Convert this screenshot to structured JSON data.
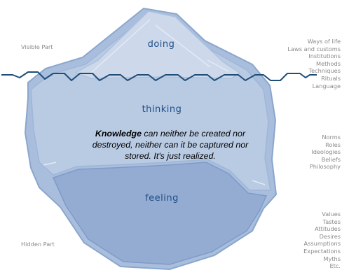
{
  "side_labels": {
    "visible": "Visible Part",
    "hidden": "Hidden Part"
  },
  "layers": {
    "doing": "doing",
    "thinking": "thinking",
    "feeling": "feeling"
  },
  "quote": {
    "bold": "Knowledge",
    "rest": " can neither be created nor destroyed, neither can it be captured nor stored. It's just realized."
  },
  "lists": {
    "top": [
      "Ways of life",
      "Laws and customs",
      "Institutions",
      "Methods",
      "Techniques",
      "Rituals",
      "Language"
    ],
    "middle": [
      "Norms",
      "Roles",
      "Ideologies",
      "Beliefs",
      "Philosophy"
    ],
    "bottom": [
      "Values",
      "Tastes",
      "Attitudes",
      "Desires",
      "Assumptions",
      "Expectations",
      "Myths",
      "Etc."
    ]
  },
  "colors": {
    "tip_fill": "#cdd9eb",
    "outer_fill": "#a9bedc",
    "thinking_fill": "#b9cae3",
    "feeling_fill": "#94acd2",
    "waterline": "#1f4e78",
    "text_blue": "#1f4e87",
    "side_text": "#8a8a8a"
  }
}
